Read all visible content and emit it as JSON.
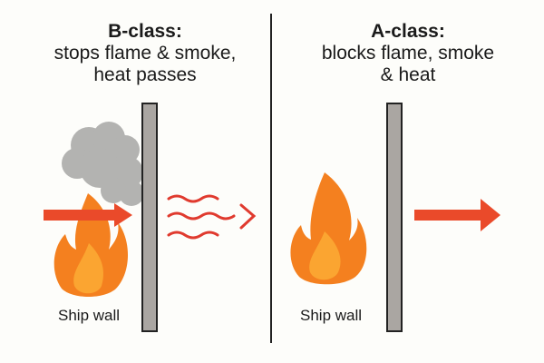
{
  "left": {
    "heading": "B-class:",
    "subtitle_line1": "stops flame & smoke,",
    "subtitle_line2": "heat passes",
    "wall_label": "Ship wall"
  },
  "right": {
    "heading": "A-class:",
    "subtitle_line1": "blocks flame, smoke",
    "subtitle_line2": "& heat",
    "wall_label": "Ship wall"
  },
  "colors": {
    "flame_outer": "#f4801f",
    "flame_inner": "#fba531",
    "arrow": "#ea4a2a",
    "heat_wave": "#e03a2e",
    "smoke": "#b3b3b1",
    "wall": "#aaa6a2",
    "outline": "#222222"
  }
}
